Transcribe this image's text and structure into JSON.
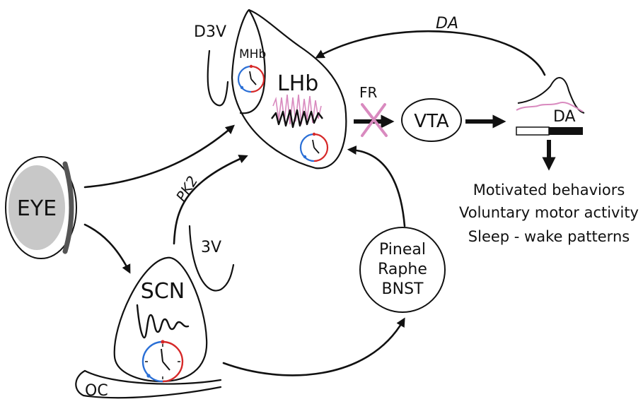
{
  "labels": {
    "eye": "EYE",
    "scn": "SCN",
    "oc": "OC",
    "third_ventricle": "3V",
    "pk2": "PK2",
    "d3v": "D3V",
    "mhb": "MHb",
    "lhb": "LHb",
    "fr": "FR",
    "vta": "VTA",
    "da_top": "DA",
    "da_box": "DA",
    "pineal": "Pineal",
    "raphe": "Raphe",
    "bnst": "BNST"
  },
  "outcomes": [
    "Motivated behaviors",
    "Voluntary motor activity",
    "Sleep - wake patterns"
  ],
  "colors": {
    "ink": "#111111",
    "eye_fill": "#c8c8c8",
    "clock_blue": "#2a6fd6",
    "clock_red": "#d62828",
    "pink": "#d98abf"
  }
}
